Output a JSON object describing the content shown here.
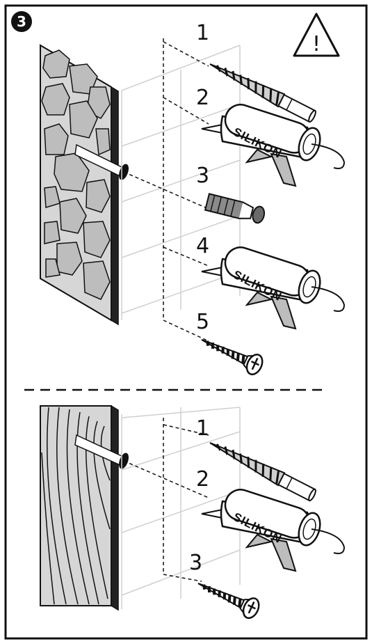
{
  "step": {
    "number": "3"
  },
  "warning": {
    "icon": "warning-triangle-icon",
    "mark": "!"
  },
  "top_panel": {
    "wall_type": "stone",
    "labels": {
      "n1": "1",
      "n2": "2",
      "n3": "3",
      "n4": "4",
      "n5": "5"
    },
    "items": [
      "drill-bit",
      "silicone-cartridge",
      "wall-plug",
      "silicone-cartridge",
      "screw"
    ],
    "cartridge_text": "SILIKON"
  },
  "bottom_panel": {
    "wall_type": "wood",
    "labels": {
      "n1": "1",
      "n2": "2",
      "n3": "3"
    },
    "items": [
      "drill-bit",
      "silicone-cartridge",
      "screw"
    ],
    "cartridge_text": "SILIKON"
  },
  "colors": {
    "ink": "#111111",
    "stone_fill": "#bdbdbd",
    "wall_fill": "#cfcfcf",
    "tile_line": "#cccccc"
  }
}
